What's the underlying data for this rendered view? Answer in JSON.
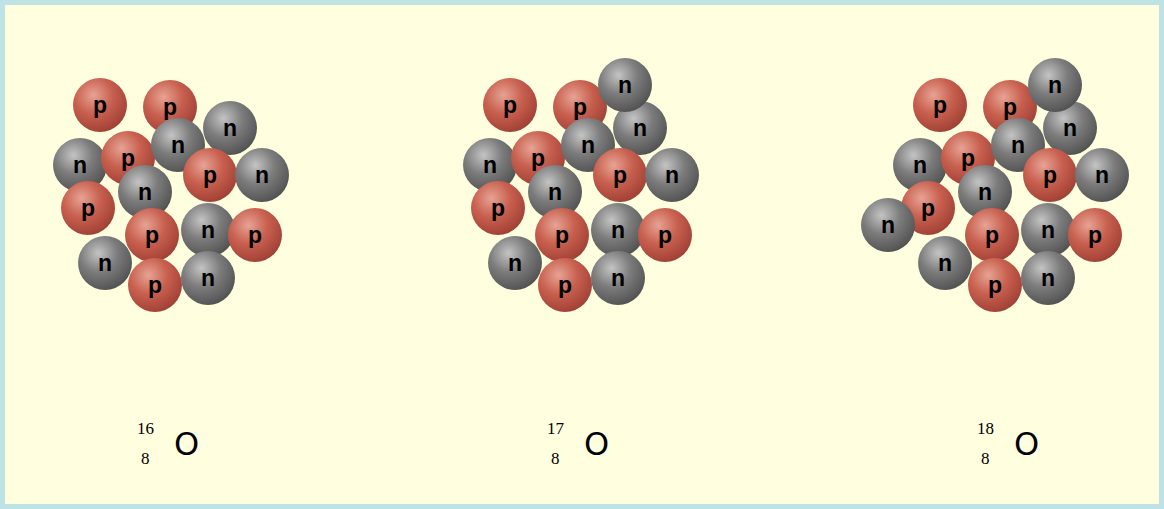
{
  "diagram": {
    "nodes": [
      {
        "text": [
          "p"
        ]
      },
      {
        "text": [
          "p"
        ]
      },
      {
        "text": [
          "n"
        ]
      },
      {
        "text": [
          "n"
        ]
      },
      {
        "text": [
          "p"
        ]
      },
      {
        "text": [
          "n"
        ]
      },
      {
        "text": [
          "p"
        ]
      },
      {
        "text": [
          "n"
        ]
      },
      {
        "text": [
          "p"
        ]
      },
      {
        "text": [
          "n"
        ]
      },
      {
        "text": [
          "p"
        ]
      },
      {
        "text": [
          "n"
        ]
      },
      {
        "text": [
          "p"
        ]
      },
      {
        "text": [
          "n"
        ]
      },
      {
        "text": [
          "p"
        ]
      },
      {
        "text": [
          "n"
        ]
      },
      {
        "text": [
          "p"
        ]
      },
      {
        "text": [
          "p"
        ]
      },
      {
        "text": [
          "n"
        ]
      },
      {
        "text": [
          "n"
        ]
      },
      {
        "text": [
          "p"
        ]
      },
      {
        "text": [
          "n"
        ]
      },
      {
        "text": [
          "p"
        ]
      },
      {
        "text": [
          "n"
        ]
      },
      {
        "text": [
          "p"
        ]
      },
      {
        "text": [
          "n"
        ]
      },
      {
        "text": [
          "p"
        ]
      },
      {
        "text": [
          "n"
        ]
      },
      {
        "text": [
          "p"
        ]
      },
      {
        "text": [
          "n"
        ]
      },
      {
        "text": [
          "p"
        ]
      },
      {
        "text": [
          "n"
        ]
      },
      {
        "text": [
          "n"
        ]
      },
      {
        "text": [
          "p"
        ]
      },
      {
        "text": [
          "p"
        ]
      },
      {
        "text": [
          "n"
        ]
      },
      {
        "text": [
          "n"
        ]
      },
      {
        "text": [
          "p"
        ]
      },
      {
        "text": [
          "n"
        ]
      },
      {
        "text": [
          "p"
        ]
      },
      {
        "text": [
          "n"
        ]
      },
      {
        "text": [
          "p"
        ]
      },
      {
        "text": [
          "n"
        ]
      },
      {
        "text": [
          "p"
        ]
      },
      {
        "text": [
          "n"
        ]
      },
      {
        "text": [
          "p"
        ]
      },
      {
        "text": [
          "n"
        ]
      },
      {
        "text": [
          "p"
        ]
      },
      {
        "text": [
          "n"
        ]
      },
      {
        "text": [
          "n"
        ]
      },
      {
        "text": [
          "n"
        ]
      }
    ],
    "labels": [
      "16",
      "8",
      "O",
      "17",
      "8",
      "O",
      "18",
      "8",
      "O"
    ]
  }
}
